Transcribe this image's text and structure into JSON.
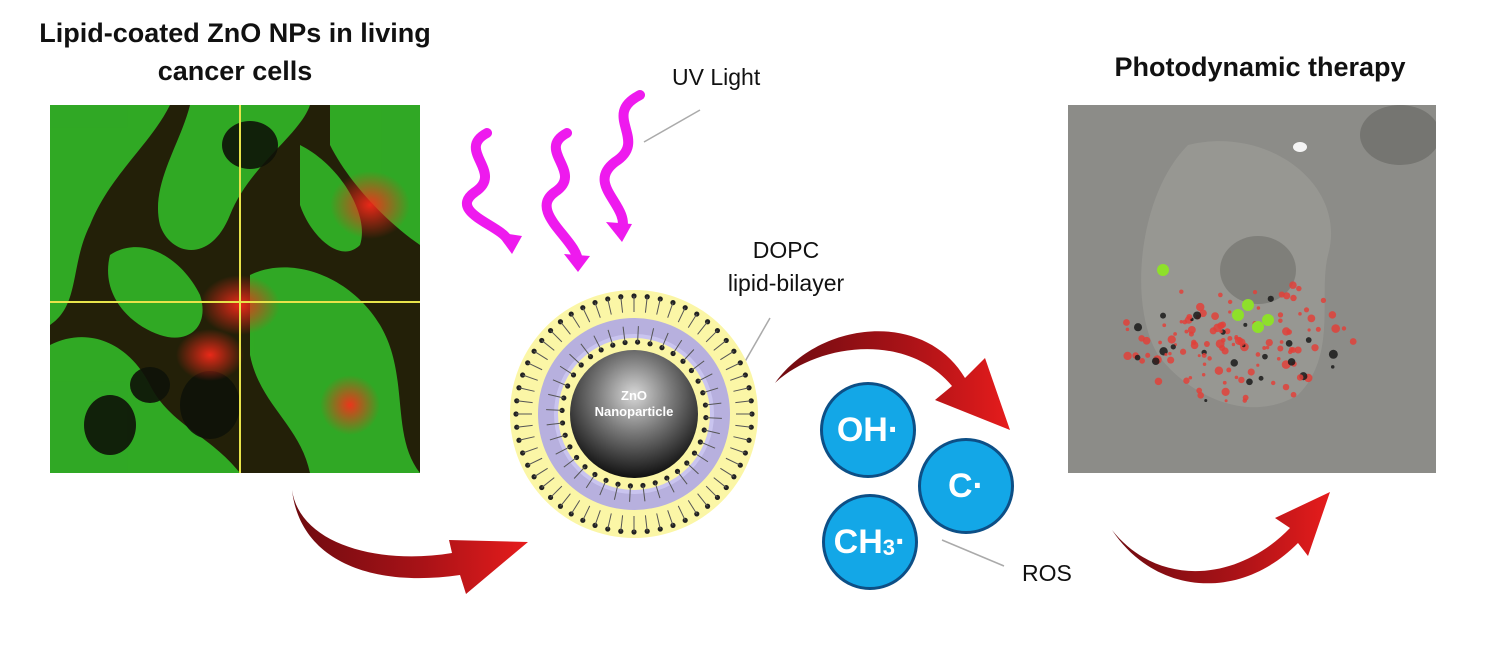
{
  "left_panel": {
    "title": "Lipid-coated ZnO NPs in living cancer cells"
  },
  "right_panel": {
    "title": "Photodynamic therapy"
  },
  "center": {
    "uv_label": "UV Light",
    "bilayer_label_line1": "DOPC",
    "bilayer_label_line2": "lipid-bilayer",
    "core_line1": "ZnO",
    "core_line2": "Nanoparticle"
  },
  "ros": {
    "label": "ROS",
    "oh": "OH·",
    "c": "C·",
    "ch3_main": "CH",
    "ch3_sub": "3",
    "ch3_dot": "·"
  },
  "colors": {
    "uv_wave": "#ee1aee",
    "arrow_dark": "#7a0e12",
    "arrow_light": "#e01b1b",
    "ros_fill": "#13a7e7",
    "crosshair": "#e8e34a",
    "bilayer_outer": "#fbf6a6",
    "bilayer_inner": "#aaa3e8"
  }
}
